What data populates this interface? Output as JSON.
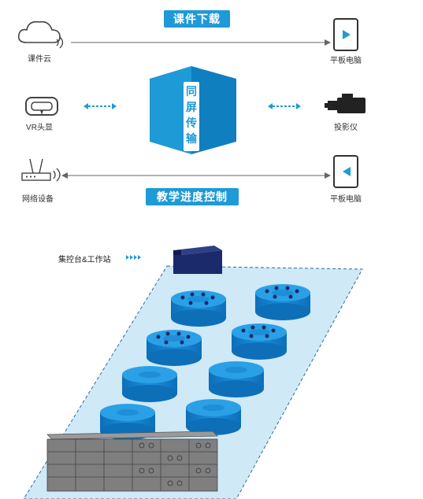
{
  "top_label": "课件下载",
  "bottom_label": "教学进度控制",
  "hub": {
    "chars": [
      "同",
      "屏",
      "传",
      "输"
    ]
  },
  "left_nodes": [
    {
      "label": "课件云",
      "icon": "cloud-icon"
    },
    {
      "label": "VR头显",
      "icon": "vr-headset-icon"
    },
    {
      "label": "网络设备",
      "icon": "router-icon"
    }
  ],
  "right_nodes": [
    {
      "label": "平板电脑",
      "icon": "tablet-play-icon"
    },
    {
      "label": "投影仪",
      "icon": "projector-icon"
    },
    {
      "label": "平板电脑",
      "icon": "tablet-back-icon"
    }
  ],
  "station_label": "集控台&工作站",
  "colors": {
    "accent": "#1e9ad6",
    "hub_dark": "#0f7fc0",
    "floor": "#cfe9f7",
    "server": "#1b2a6b"
  }
}
